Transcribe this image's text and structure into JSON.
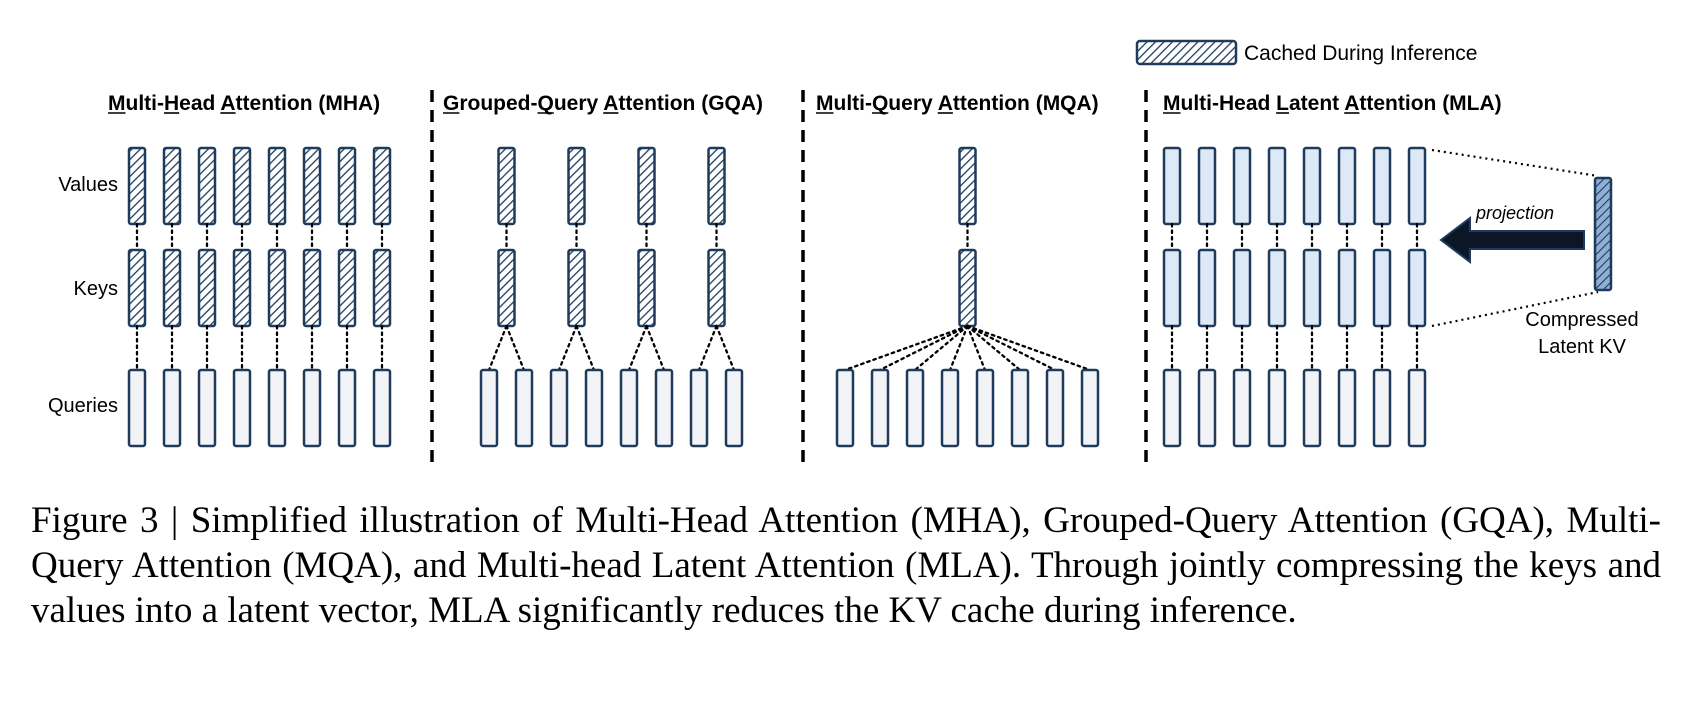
{
  "legend": {
    "label": "Cached During Inference"
  },
  "row_labels": {
    "values": "Values",
    "keys": "Keys",
    "queries": "Queries"
  },
  "panels": [
    {
      "id": "mha",
      "title": "Multi-Head Attention (MHA)",
      "underline_letters": [
        "M",
        "H",
        "A"
      ],
      "kv_heads": 8,
      "query_heads": 8,
      "kv_cached": true
    },
    {
      "id": "gqa",
      "title": "Grouped-Query Attention (GQA)",
      "underline_letters": [
        "G",
        "Q",
        "A"
      ],
      "kv_heads": 4,
      "query_heads": 8,
      "kv_cached": true
    },
    {
      "id": "mqa",
      "title": "Multi-Query Attention (MQA)",
      "underline_letters": [
        "M",
        "Q",
        "A"
      ],
      "kv_heads": 1,
      "query_heads": 8,
      "kv_cached": true
    },
    {
      "id": "mla",
      "title": "Multi-Head Latent Attention (MLA)",
      "underline_letters": [
        "M",
        "L",
        "A"
      ],
      "kv_heads": 8,
      "query_heads": 8,
      "kv_cached": false
    }
  ],
  "mla": {
    "projection_label": "projection",
    "latent_label_line1": "Compressed",
    "latent_label_line2": "Latent KV",
    "latent_cached": true
  },
  "colors": {
    "outline": "#1f3b5c",
    "query_fill": "#f2f3f6",
    "mla_kv_fill": "#dde9f7",
    "latent_fill": "#8fb0d4",
    "arrow": "#0b1726"
  },
  "caption": "Figure 3 | Simplified illustration of Multi-Head Attention (MHA), Grouped-Query Attention (GQA), Multi-Query Attention (MQA), and Multi-head Latent Attention (MLA). Through jointly compressing the keys and values into a latent vector, MLA significantly reduces the KV cache during inference."
}
